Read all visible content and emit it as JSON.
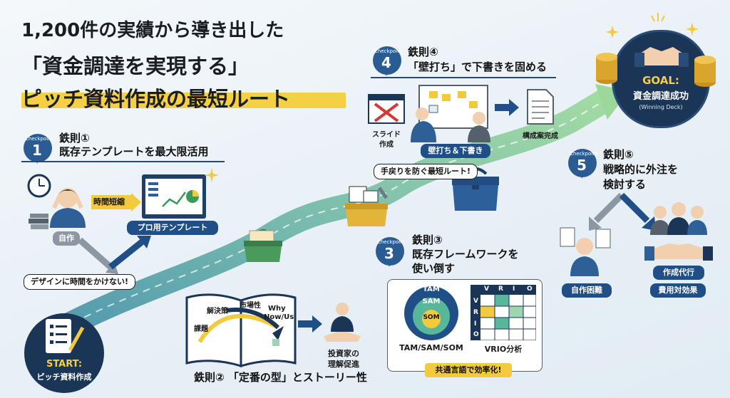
{
  "title": {
    "line1": "1,200件の実績から導き出した",
    "line2": "「資金調達を実現する」",
    "line3": "ピッチ資料作成の最短ルート"
  },
  "checkpoint_word": "Checkpoint",
  "goal": {
    "title": "GOAL:",
    "subtitle": "資金調達成功",
    "note": "(Winning Deck)"
  },
  "start": {
    "title": "START:",
    "subtitle": "ピッチ資料作成"
  },
  "rule1": {
    "number": "1",
    "title_a": "鉄則①",
    "title_b": "既存テンプレートを最大限活用",
    "self_made": "自作",
    "time_saving": "時間短縮",
    "pro_template": "プロ用テンプレート",
    "bubble": "デザインに時間をかけない!"
  },
  "rule2": {
    "title": "鉄則② 「定番の型」とストーリー性",
    "book_labels": [
      "課題",
      "解決策",
      "市場性",
      "Why",
      "Now/Us"
    ],
    "investor": "投資家の",
    "investor2": "理解促進"
  },
  "rule3": {
    "number": "3",
    "title_a": "鉄則③",
    "title_b": "既存フレームワークを",
    "title_c": "使い倒す",
    "tam": "TAM",
    "sam": "SAM",
    "som": "SOM",
    "tam_label": "TAM/SAM/SOM",
    "vrio_header": [
      "V",
      "R",
      "I",
      "O"
    ],
    "vrio_label": "VRIO分析",
    "common_language": "共通言語で効率化!"
  },
  "rule4": {
    "number": "4",
    "title_a": "鉄則④",
    "title_b": "「壁打ち」で下書きを固める",
    "slide_a": "スライド",
    "slide_b": "作成",
    "sparring": "壁打ち＆下書き",
    "plan_done": "構成案完成",
    "bubble": "手戻りを防ぐ最短ルート!"
  },
  "rule5": {
    "number": "5",
    "title_a": "鉄則⑤",
    "title_b": "戦略的に外注を",
    "title_c": "検討する",
    "difficult": "自作困難",
    "outsource": "作成代行",
    "cost_effective": "費用対効果"
  },
  "colors": {
    "navy": "#1f4f86",
    "dark_navy": "#1b3557",
    "road_teal": "#5fa7a5",
    "road_green": "#8ccf9a",
    "highlight_yellow": "#f5cf44",
    "gold": "#d9a52c",
    "toolbox_green": "#4a9a5c",
    "toolbox_yellow": "#e2b53a",
    "toolbox_blue": "#2d5f9a"
  },
  "icons": [
    "clock-icon",
    "stressed-person-icon",
    "book-stack-icon",
    "template-screen-icon",
    "toolbox-icon",
    "open-book-icon",
    "handshake-icon",
    "target-circles-icon",
    "vrio-grid-icon",
    "crossed-slide-icon",
    "whiteboard-icon",
    "document-icon",
    "coin-stack-icon",
    "sparkle-icon",
    "checklist-icon",
    "team-icon"
  ]
}
